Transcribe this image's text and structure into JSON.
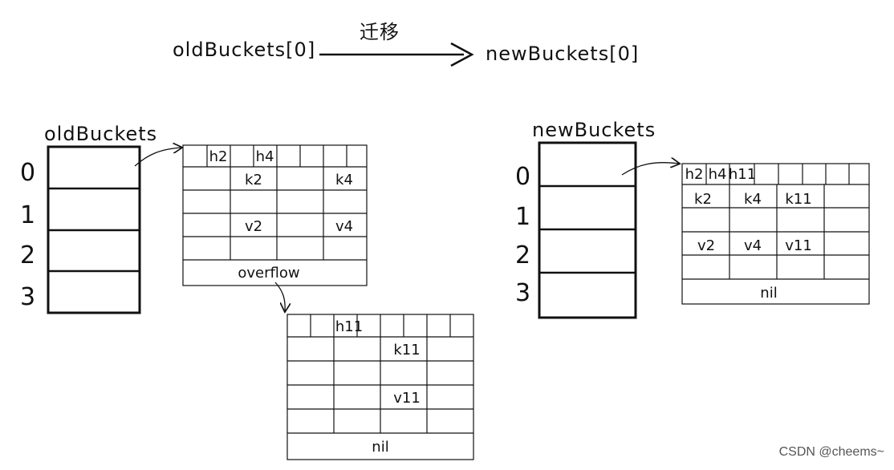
{
  "header": {
    "from": "oldBuckets[0]",
    "to": "newBuckets[0]",
    "action": "迁移"
  },
  "old_buckets": {
    "title": "oldBuckets",
    "indices": [
      "0",
      "1",
      "2",
      "3"
    ],
    "bucket": {
      "tophash": [
        "",
        "h2",
        "",
        "h4",
        "",
        "",
        "",
        ""
      ],
      "keys": [
        "",
        "k2",
        "",
        "k4"
      ],
      "values": [
        "",
        "v2",
        "",
        "v4"
      ],
      "footer": "overflow"
    },
    "overflow_bucket": {
      "tophash": [
        "",
        "",
        "h11",
        "",
        "",
        "",
        "",
        ""
      ],
      "keys": [
        "",
        "",
        "k11",
        ""
      ],
      "values": [
        "",
        "",
        "v11",
        ""
      ],
      "footer": "nil"
    }
  },
  "new_buckets": {
    "title": "newBuckets",
    "indices": [
      "0",
      "1",
      "2",
      "3"
    ],
    "bucket": {
      "tophash": [
        "h2",
        "h4",
        "h11",
        "",
        "",
        "",
        "",
        ""
      ],
      "keys": [
        "k2",
        "k4",
        "k11",
        ""
      ],
      "values": [
        "v2",
        "v4",
        "v11",
        ""
      ],
      "footer": "nil"
    }
  },
  "watermark": "CSDN @cheems~"
}
